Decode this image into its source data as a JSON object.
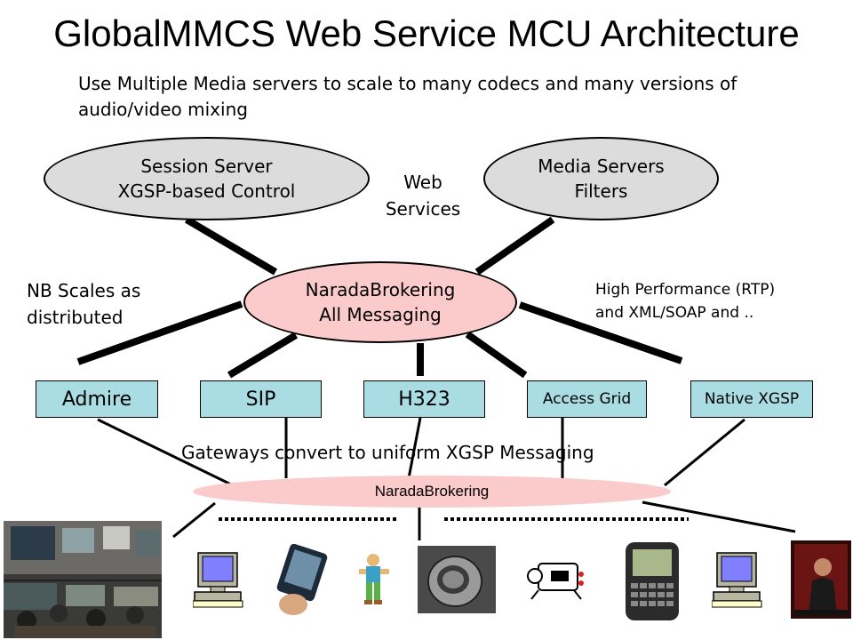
{
  "title": "GlobalMMCS Web Service MCU Architecture",
  "subtitle": "Use Multiple Media servers to scale to many codecs and many versions of audio/video mixing",
  "nodes": {
    "session_server": {
      "line1": "Session Server",
      "line2": "XGSP-based Control"
    },
    "media_servers": {
      "line1": "Media Servers",
      "line2": "Filters"
    },
    "narada_top": {
      "line1": "NaradaBrokering",
      "line2": "All Messaging"
    },
    "narada_bottom": "NaradaBrokering"
  },
  "labels": {
    "web_services_1": "Web",
    "web_services_2": "Services",
    "nb_scales_1": "NB Scales as",
    "nb_scales_2": "distributed",
    "high_perf_1": "High Performance (RTP)",
    "high_perf_2": "and XML/SOAP and ..",
    "gateways": "Gateways convert to uniform XGSP Messaging"
  },
  "gateways": [
    {
      "label": "Admire"
    },
    {
      "label": "SIP"
    },
    {
      "label": "H323"
    },
    {
      "label": "Access Grid"
    },
    {
      "label": "Native XGSP"
    }
  ],
  "devices": [
    "video-conference-room-photo",
    "desktop-pc-icon",
    "pda-icon",
    "cartoon-person-icon",
    "java-ring-icon",
    "video-camera-icon",
    "pager-device-icon",
    "desktop-pc-icon",
    "person-photo"
  ],
  "colors": {
    "gateway_fill": "#a9dde3",
    "server_fill": "#dcdcdc",
    "broker_fill": "#fbcaca"
  }
}
